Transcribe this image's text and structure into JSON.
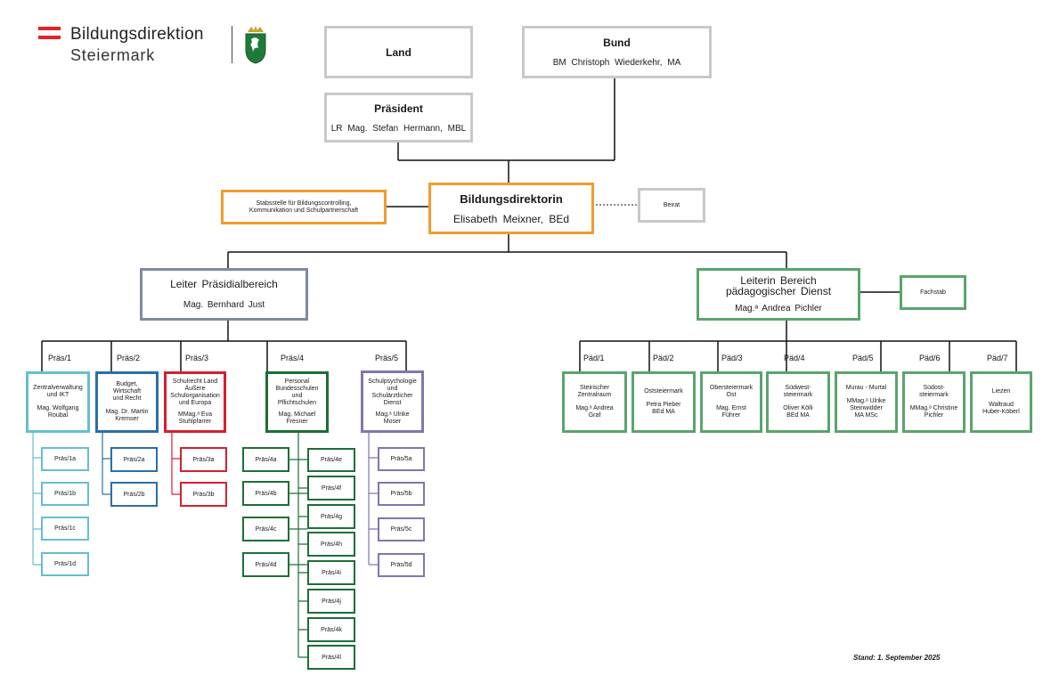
{
  "logo": {
    "line1": "Bildungsdirektion",
    "line2": "Steiermark"
  },
  "top": {
    "land": "Land",
    "bund": {
      "title": "Bund",
      "name": "BM Christoph Wiederkehr, MA"
    },
    "praesident": {
      "title": "Präsident",
      "name": "LR Mag. Stefan Hermann, MBL"
    },
    "direktorin": {
      "title": "Bildungsdirektorin",
      "name": "Elisabeth Meixner, BEd"
    },
    "stabsstelle": {
      "line1": "Stabsstelle für Bildungscontrolling,",
      "line2": "Kommunikation und Schulpartnerschaft"
    },
    "beirat": "Beirat"
  },
  "praesidial": {
    "title": "Leiter Präsidialbereich",
    "name": "Mag. Bernhard Just",
    "labels": [
      "Präs/1",
      "Präs/2",
      "Präs/3",
      "Präs/4",
      "Präs/5"
    ],
    "units": [
      {
        "t1": "Zentralverwaltung",
        "t2": "und IKT",
        "t3": "",
        "t4": "",
        "n1": "Mag. Wolfgang",
        "n2": "Roubal"
      },
      {
        "t1": "Budget,",
        "t2": "Wirtschaft",
        "t3": "und Recht",
        "t4": "",
        "n1": "Mag. Dr. Martin",
        "n2": "Kremser"
      },
      {
        "t1": "Schulrecht Land",
        "t2": "Äußere",
        "t3": "Schulorganisation",
        "t4": "und Europa",
        "n1": "MMag.ᵃ Eva",
        "n2": "Stuhlpfarrer"
      },
      {
        "t1": "Personal",
        "t2": "Bundesschulen",
        "t3": "und",
        "t4": "Pflichtschulen",
        "n1": "Mag. Michael",
        "n2": "Fresner"
      },
      {
        "t1": "Schulpsychologie",
        "t2": "und",
        "t3": "Schulärztlicher",
        "t4": "Dienst",
        "n1": "Mag.ᵃ Ulrike",
        "n2": "Moser"
      }
    ],
    "sub1": [
      "Präs/1a",
      "Präs/1b",
      "Präs/1c",
      "Präs/1d"
    ],
    "sub2": [
      "Präs/2a",
      "Präs/2b"
    ],
    "sub3": [
      "Präs/3a",
      "Präs/3b"
    ],
    "sub4left": [
      "Präs/4a",
      "Präs/4b",
      "Präs/4c",
      "Präs/4d"
    ],
    "sub4right": [
      "Präs/4e",
      "Präs/4f",
      "Präs/4g",
      "Präs/4h",
      "Präs/4i",
      "Präs/4j",
      "Präs/4k",
      "Präs/4l"
    ],
    "sub5": [
      "Präs/5a",
      "Präs/5b",
      "Präs/5c",
      "Präs/5d"
    ]
  },
  "paedagogisch": {
    "title1": "Leiterin Bereich",
    "title2": "pädagogischer Dienst",
    "name": "Mag.ᵃ Andrea Pichler",
    "fachstab": "Fachstab",
    "labels": [
      "Päd/1",
      "Päd/2",
      "Päd/3",
      "Päd/4",
      "Päd/5",
      "Päd/6",
      "Päd/7"
    ],
    "units": [
      {
        "t1": "Steirischer",
        "t2": "Zentralraum",
        "n1": "Mag.ᵃ Andrea",
        "n2": "Graf",
        "n3": ""
      },
      {
        "t1": "Oststeiermark",
        "t2": "",
        "n1": "Petra Pieber",
        "n2": "BEd MA",
        "n3": ""
      },
      {
        "t1": "Obersteiermark",
        "t2": "Ost",
        "n1": "Mag. Ernst",
        "n2": "Führer",
        "n3": ""
      },
      {
        "t1": "Südwest-",
        "t2": "steiermark",
        "n1": "Oliver Kölli",
        "n2": "BEd MA",
        "n3": ""
      },
      {
        "t1": "Murau - Murtal",
        "t2": "",
        "n1": "MMag.ᵃ Ulrike",
        "n2": "Steinwidder",
        "n3": "MA MSc"
      },
      {
        "t1": "Südost-",
        "t2": "steiermark",
        "n1": "MMag.ᵃ Christine",
        "n2": "Pichler",
        "n3": ""
      },
      {
        "t1": "Liezen",
        "t2": "",
        "n1": "Waltraud",
        "n2": "Huber-Köberl",
        "n3": ""
      }
    ]
  },
  "footer": {
    "stand": "Stand: 1. September 2025"
  },
  "colors": {
    "orange": "#f39b2d",
    "grey": "#c8c8c8",
    "slate": "#7d8b9e",
    "green": "#5aa46f",
    "teal": "#66bfcc",
    "blue": "#2a6fa8",
    "red": "#d4202e",
    "darkgreen": "#1e6e37",
    "purple": "#8474ad"
  }
}
